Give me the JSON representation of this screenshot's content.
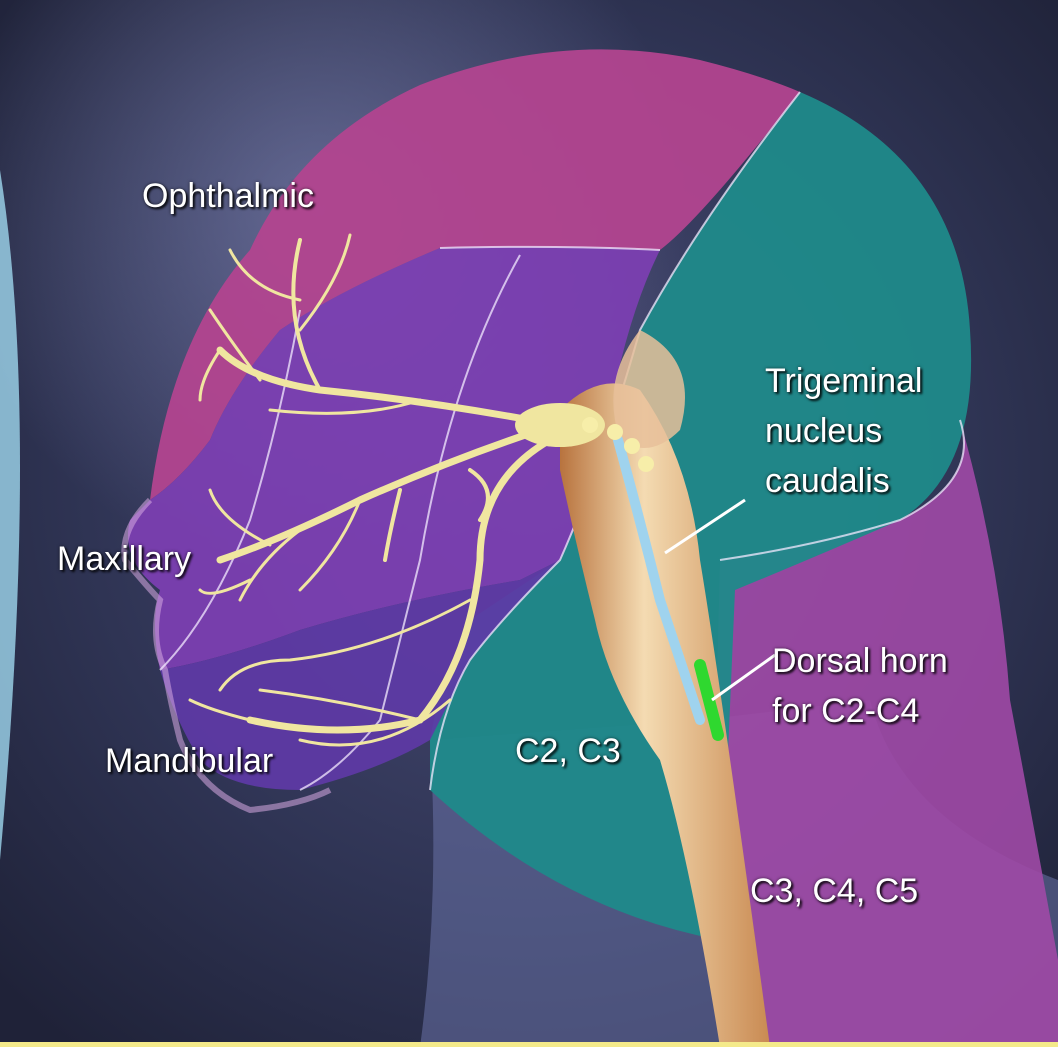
{
  "labels": {
    "ophthalmic": "Ophthalmic",
    "maxillary": "Maxillary",
    "mandibular": "Mandibular",
    "trigeminal_nucleus": [
      "Trigeminal",
      "nucleus",
      "caudalis"
    ],
    "dorsal_horn": [
      "Dorsal horn",
      "for C2-C4"
    ],
    "c2_c3": "C2, C3",
    "c3_c4_c5": "C3, C4, C5"
  },
  "colors": {
    "background": "#2d3350",
    "ophthalmic_region": "#b2458f",
    "maxillary_region": "#7d3fb3",
    "mandibular_region": "#5e3aa6",
    "cervical_c2_c3_region": "#1f8a8a",
    "cervical_c3_c5_region": "#9a4aa0",
    "nerve": "#f0e6a0",
    "nucleus": "#9fd3ee",
    "dorsal_horn": "#2fd82f",
    "brainstem": "#f2d3a8"
  }
}
